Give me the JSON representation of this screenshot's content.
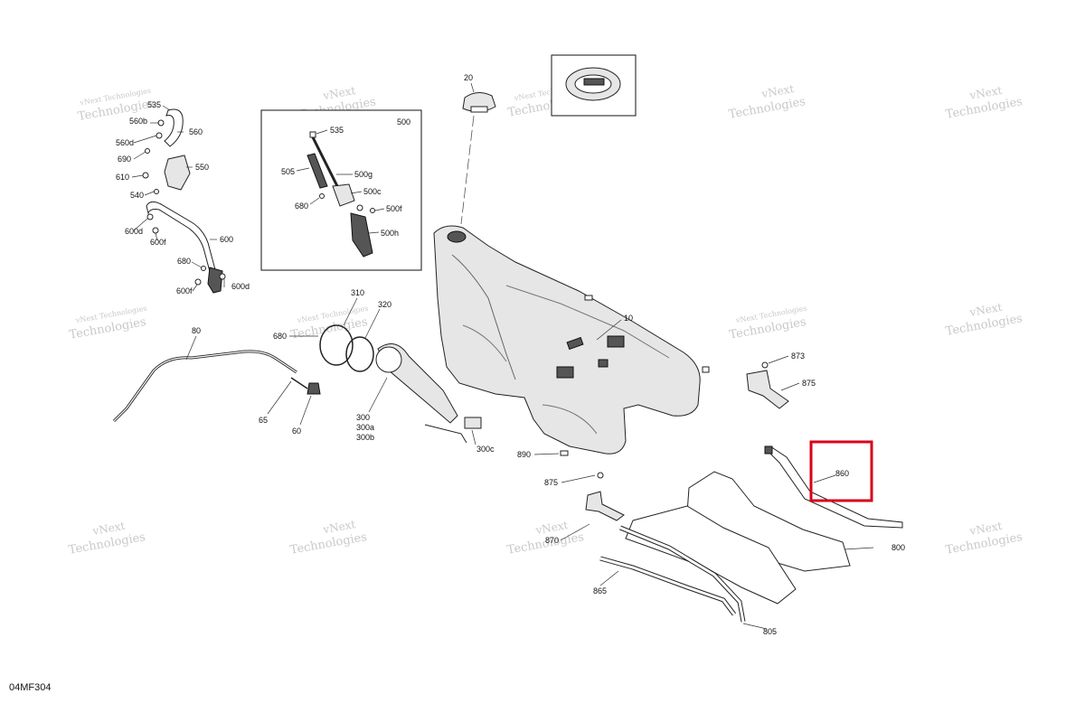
{
  "reference_code": "04MF304",
  "watermark": {
    "line1": "vNext",
    "line2": "Technologies",
    "line_small": "vNext Technologies"
  },
  "inset_500": {
    "number": "500"
  },
  "highlight_color": "#d9001b",
  "parts": {
    "p535": "535",
    "p560b": "560b",
    "p560": "560",
    "p560d": "560d",
    "p690": "690",
    "p550": "550",
    "p610": "610",
    "p540": "540",
    "p600d": "600d",
    "p600f_top": "600f",
    "p600": "600",
    "p680_left": "680",
    "p600f_bottom": "600f",
    "p600d_bottom": "600d",
    "i535": "535",
    "i505": "505",
    "i500g": "500g",
    "i500c": "500c",
    "i680": "680",
    "i500f": "500f",
    "i500h": "500h",
    "p20": "20",
    "p310": "310",
    "p320": "320",
    "p680_mid": "680",
    "p80": "80",
    "p65": "65",
    "p60": "60",
    "p300": "300",
    "p300a": "300a",
    "p300b": "300b",
    "p300c": "300c",
    "p10": "10",
    "p890": "890",
    "p873": "873",
    "p875_right": "875",
    "p860": "860",
    "p875_low": "875",
    "p870": "870",
    "p800": "800",
    "p865": "865",
    "p805": "805"
  }
}
